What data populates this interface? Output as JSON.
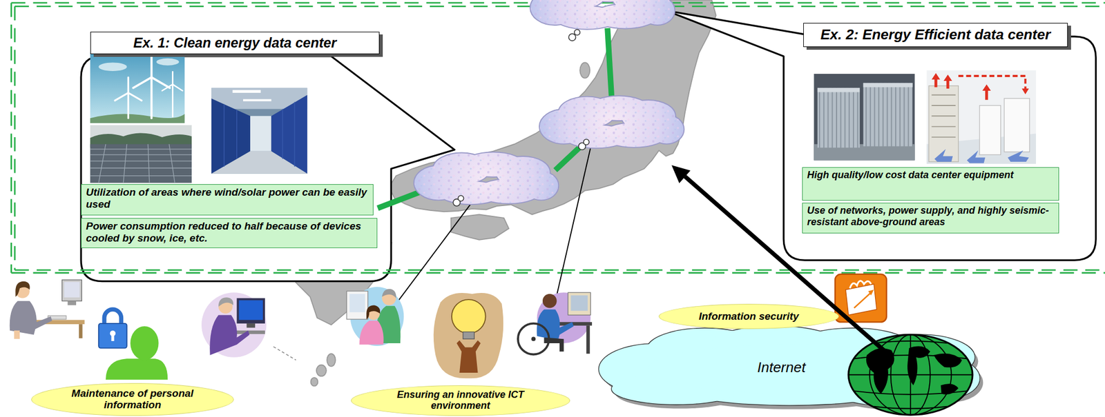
{
  "diagram": {
    "nodes": [
      {
        "text": [
          "Ex. 1: Clean energy data center"
        ]
      },
      {
        "text": [
          "Utilization of areas where wind/solar power can be easily used"
        ],
        "in": 0
      },
      {
        "text": [
          "Power consumption reduced to half because of devices cooled by snow, ice, etc."
        ],
        "in": 0
      },
      {
        "text": [
          "Ex. 2: Energy Efficient data center"
        ]
      },
      {
        "text": [
          "High quality/low cost data center equipment"
        ],
        "in": 3
      },
      {
        "text": [
          "Use of networks, power supply, and highly seismic-resistant above-ground areas"
        ],
        "in": 3
      },
      {
        "text": [
          "Information security"
        ]
      },
      {
        "text": [
          "Internet"
        ]
      },
      {
        "text": [
          "Maintenance of personal information"
        ]
      },
      {
        "text": [
          "Ensuring an innovative ICT environment"
        ]
      }
    ]
  }
}
